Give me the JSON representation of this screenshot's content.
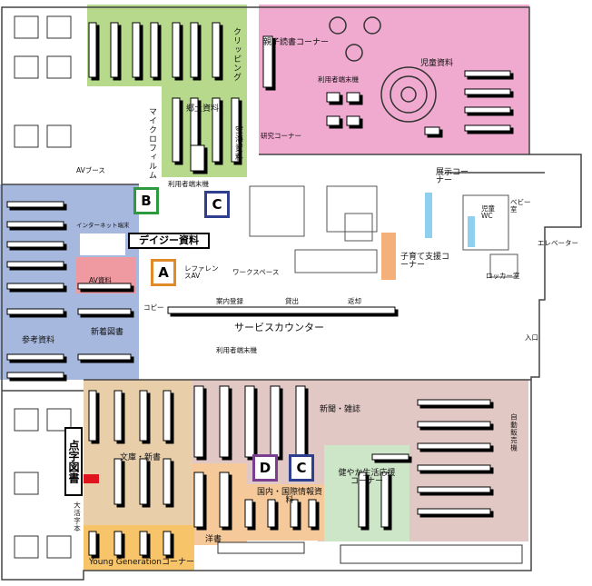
{
  "zones": {
    "oyako": "親子読書コーナー",
    "jido": "児童資料",
    "user_terminal_top": "利用者端末機",
    "research": "研究コーナー",
    "clipping": "クリッピング",
    "kyodo": "郷土資料",
    "kukai": "空海資料",
    "microfilm": "マイクロフィルム",
    "av_booth": "AVブース",
    "user_terminal_mid": "利用者端末機",
    "tenji_corner": "展示コーナー",
    "kids_wc": "児童WC",
    "baby_room": "ベビー室",
    "elevator": "エレベーター",
    "internet_terminal": "インターネット端末",
    "daisy": "デイジー資料",
    "av_shiryo": "AV資料",
    "reference": "レファレンスAV",
    "workspace": "ワークスペース",
    "kosodate": "子育て支援コーナー",
    "locker": "ロッカー室",
    "copy": "コピー",
    "annai": "案内登録",
    "kashidashi": "貸出",
    "henkyaku": "返却",
    "service_counter": "サービスカウンター",
    "sanko": "参考資料",
    "shinchaku": "新着図書",
    "user_terminal_bottom": "利用者端末機",
    "iriguchi": "入口",
    "shinbun": "新聞・雑誌",
    "jidohanbaiki": "自動販売機",
    "tenji_tosho": "点字図書",
    "bunko": "文庫・新書",
    "kokunai": "国内・国際情報資料",
    "sukoyaka": "健やか生活応援コーナー",
    "daikatsuji": "大活字本",
    "yosho": "洋書",
    "young_gen": "Young Generationコーナー"
  },
  "markers": [
    {
      "letter": "A",
      "color": "#e08a2a"
    },
    {
      "letter": "B",
      "color": "#2e9a3e"
    },
    {
      "letter": "C",
      "color": "#2e3f8f"
    },
    {
      "letter": "D",
      "color": "#7a3f8f"
    },
    {
      "letter": "C",
      "color": "#2e3f8f"
    }
  ],
  "colors": {
    "kids_area": "#f0a9cf",
    "local_area": "#b6d98b",
    "reference_area": "#a7b8de",
    "av_area": "#ee9aa0",
    "stack_area": "#e8cfaa",
    "magazine_area": "#e2c8c4",
    "health_area": "#cde6c7",
    "young_area": "#f7c46a",
    "orange_area": "#f5b07a",
    "internet_area": "#f4a93a",
    "display_blue": "#8fd0ef",
    "red_marker": "#e0141c"
  }
}
